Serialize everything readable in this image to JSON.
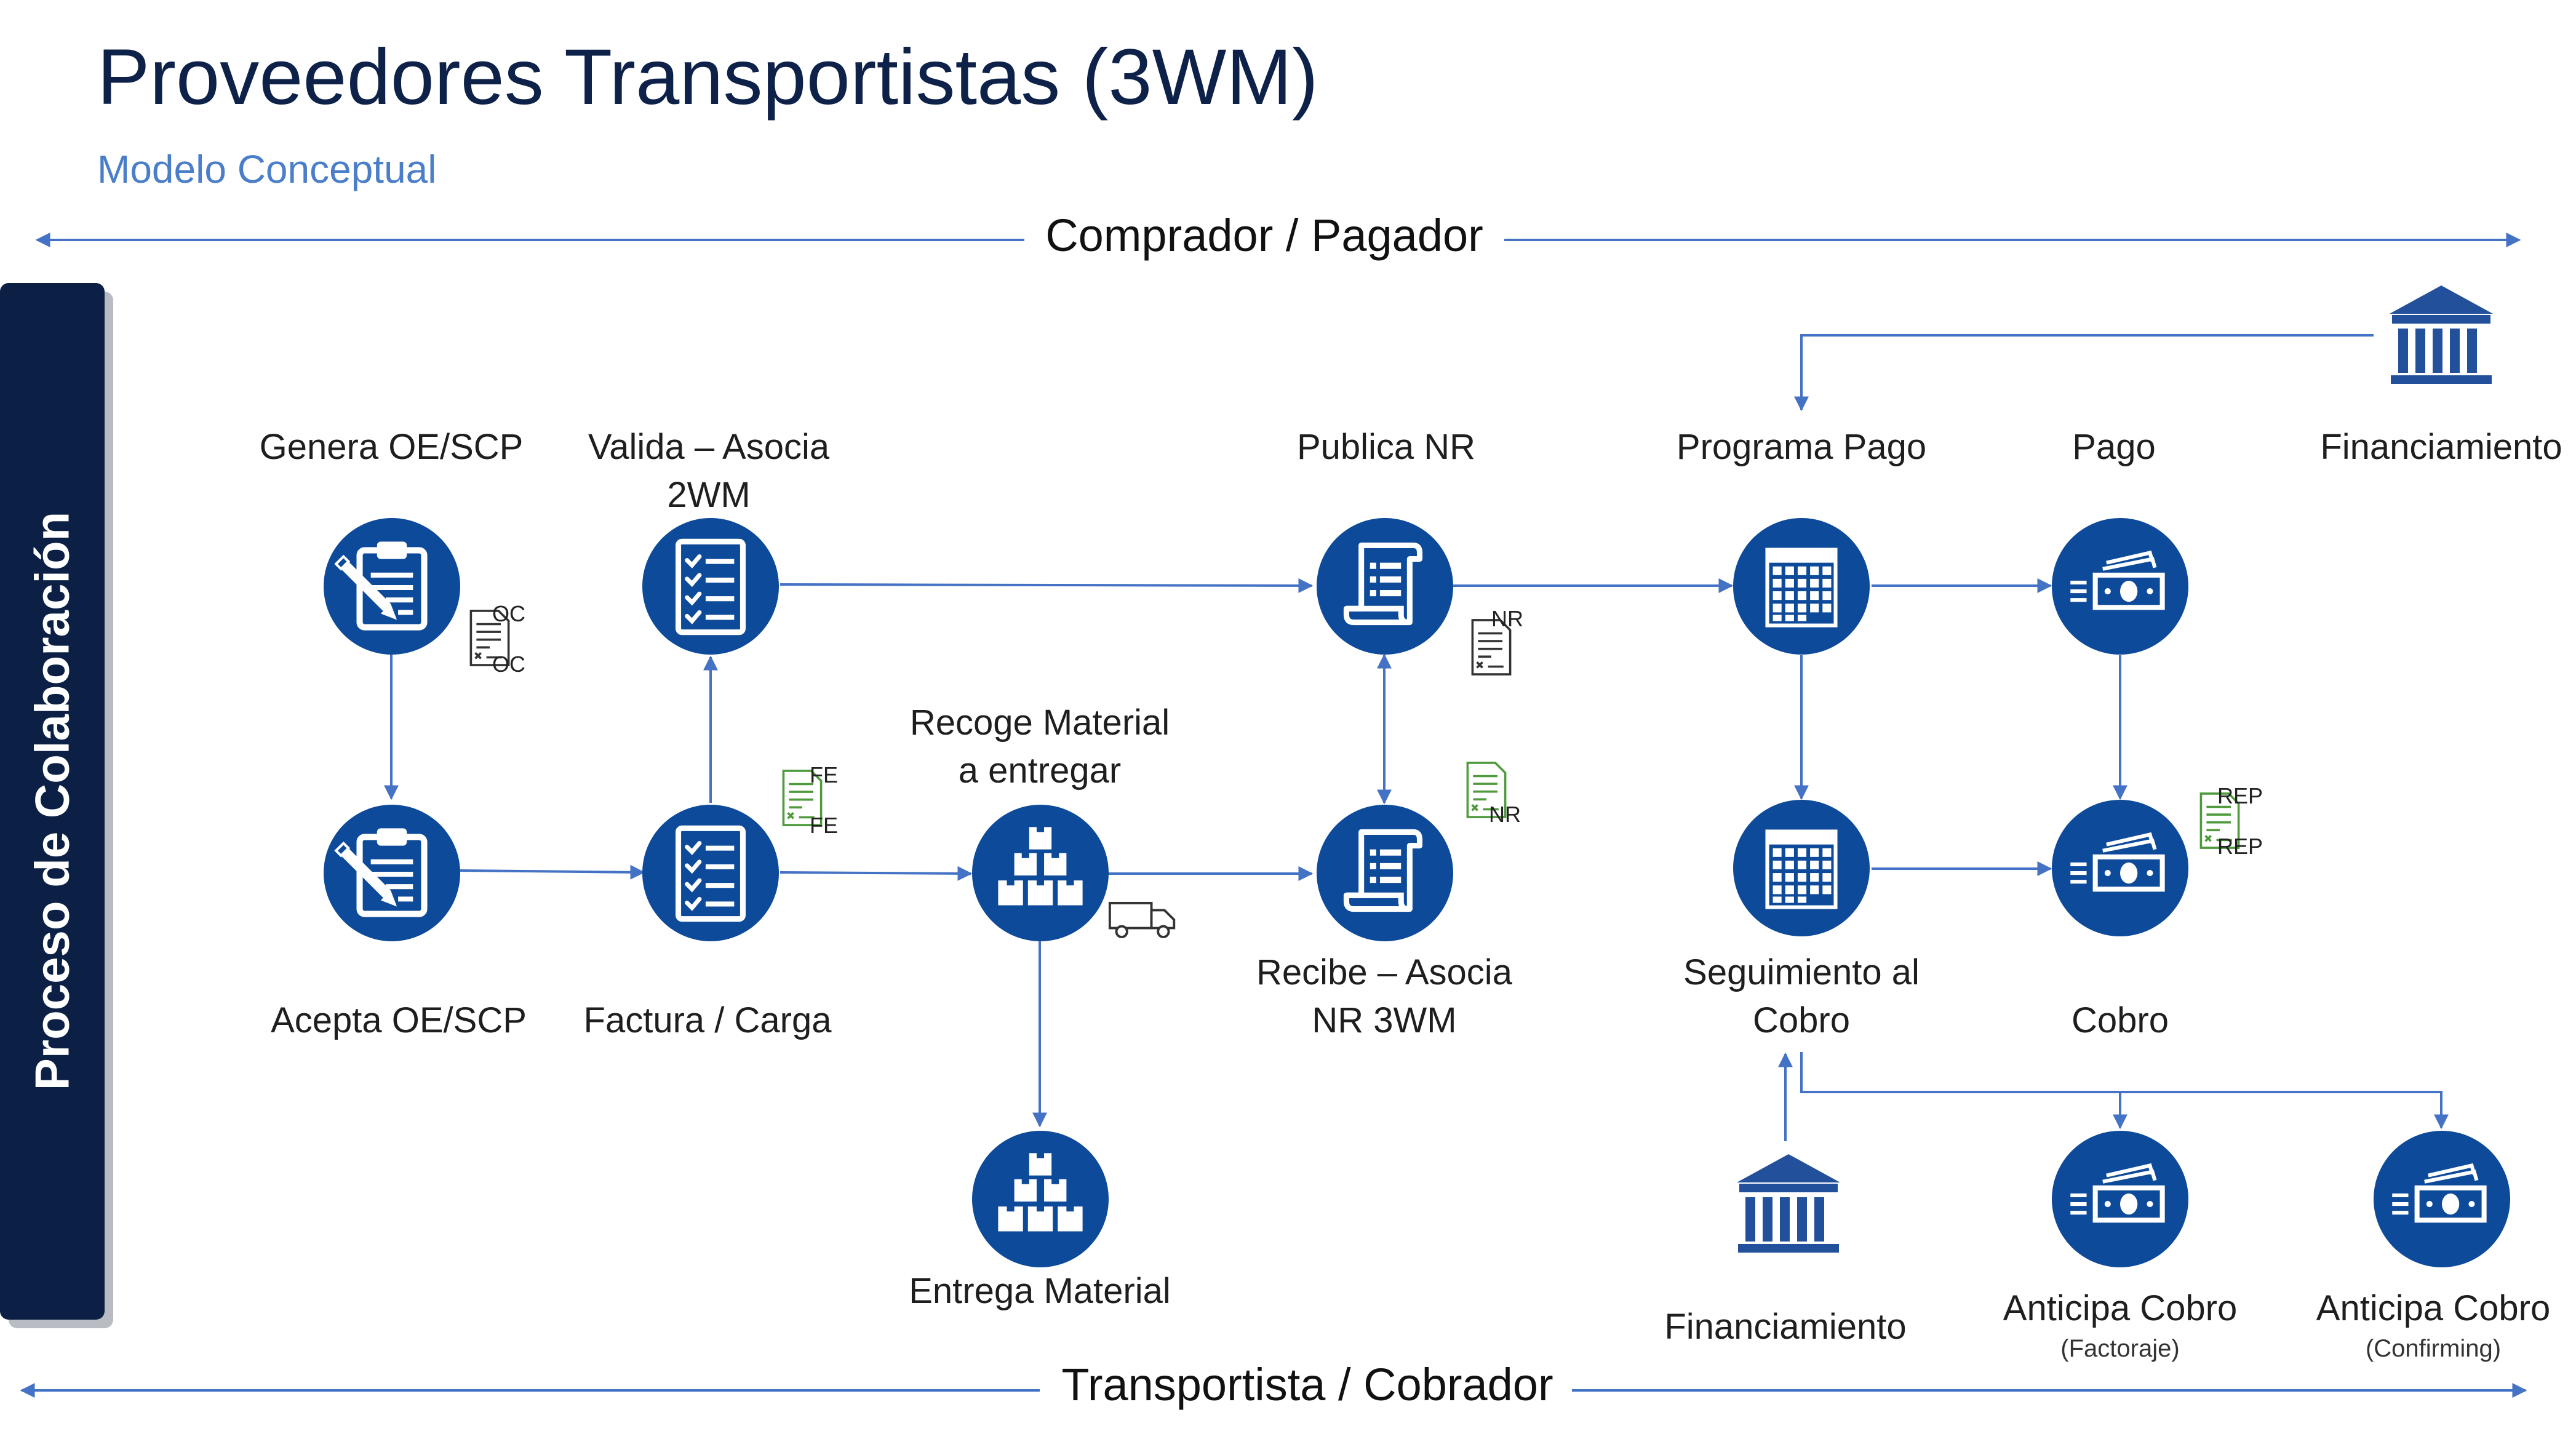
{
  "header": {
    "title": "Proveedores Transportistas (3WM)",
    "subtitle": "Modelo Conceptual"
  },
  "sidebar": {
    "label": "Proceso de Colaboración"
  },
  "axes": {
    "top": "Comprador / Pagador",
    "bottom": "Transportista / Cobrador"
  },
  "steps": {
    "genera": "Genera OE/SCP",
    "acepta": "Acepta OE/SCP",
    "valida_1": "Valida – Asocia",
    "valida_2": "2WM",
    "factura": "Factura / Carga",
    "recoge_1": "Recoge Material",
    "recoge_2": "a entregar",
    "entrega": "Entrega Material",
    "publica": "Publica NR",
    "recibe_1": "Recibe – Asocia",
    "recibe_2": "NR 3WM",
    "programa": "Programa Pago",
    "seguimiento_1": "Seguimiento al",
    "seguimiento_2": "Cobro",
    "pago": "Pago",
    "cobro": "Cobro",
    "fin_top": "Financiamiento",
    "fin_bottom": "Financiamiento",
    "anticipa_f": "Anticipa Cobro",
    "anticipa_f_note": "(Factoraje)",
    "anticipa_c": "Anticipa Cobro",
    "anticipa_c_note": "(Confirming)"
  },
  "docs": {
    "oc_top": "OC",
    "oc_bottom": "OC",
    "fe_top": "FE",
    "fe_bottom": "FE",
    "nr_top": "NR",
    "nr_green": "NR",
    "rep_top": "REP",
    "rep_bottom": "REP"
  },
  "icons": {
    "clipboard": "clipboard-edit-icon",
    "checklist": "checklist-icon",
    "boxes": "boxes-icon",
    "receipt": "receipt-scroll-icon",
    "calendar": "calendar-icon",
    "money": "money-icon",
    "bank": "bank-icon",
    "truck": "truck-icon"
  },
  "colors": {
    "circle": "#0d4a9a",
    "arrow": "#4472c4",
    "title": "#0d2149",
    "subtitle": "#4a7ec9",
    "sidebar": "#0c1f44",
    "doc_dark": "#333333",
    "doc_green": "#4e9a3c",
    "bank": "#23509a"
  }
}
